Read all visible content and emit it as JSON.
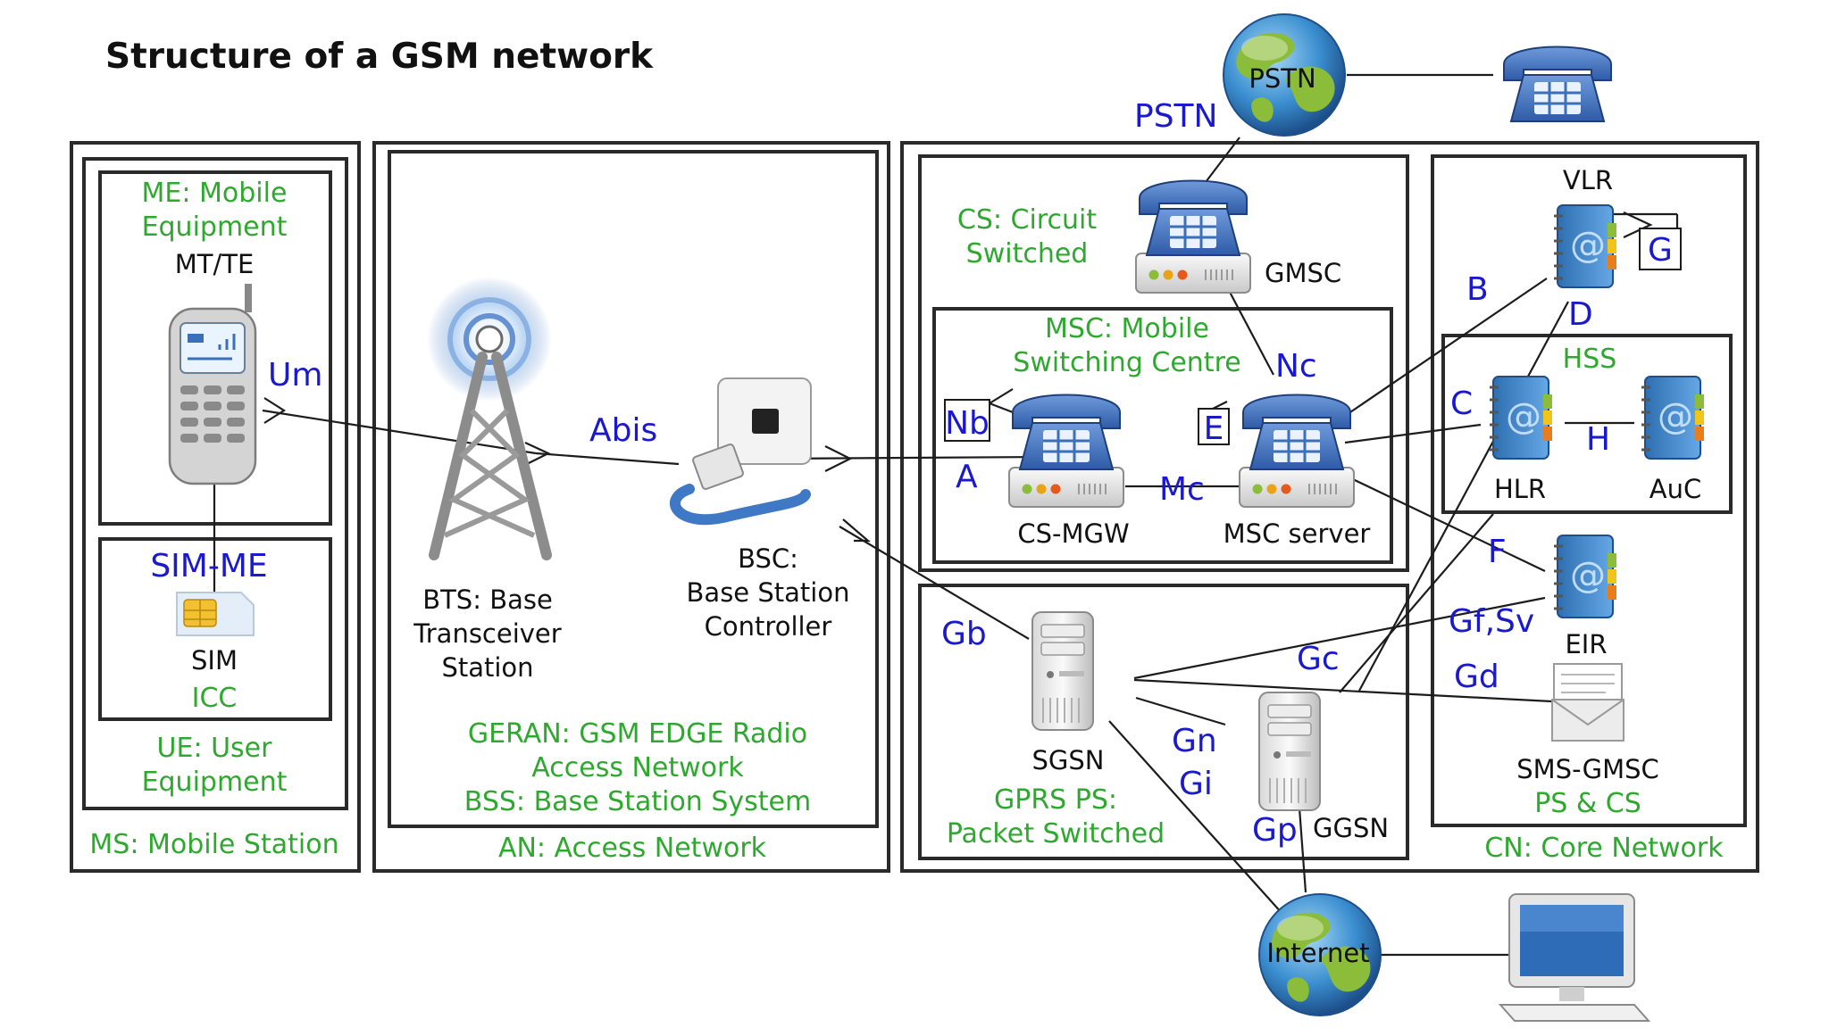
{
  "title": "Structure of a GSM network",
  "colors": {
    "green": "#2fa82f",
    "blue": "#1a1acc",
    "phone": "#3b6fb8",
    "frame": "#2a2a2a"
  },
  "areas": {
    "ms": "MS: Mobile Station",
    "me_line1": "ME: Mobile",
    "me_line2": "Equipment",
    "ue_line1": "UE: User",
    "ue_line2": "Equipment",
    "an": "AN: Access Network",
    "geran_line1": "GERAN: GSM EDGE Radio",
    "geran_line2": "Access Network",
    "bss": "BSS: Base Station System",
    "cs_line1": "CS: Circuit",
    "cs_line2": "Switched",
    "msc_line1": "MSC: Mobile",
    "msc_line2": "Switching Centre",
    "gprs_line1": "GPRS PS:",
    "gprs_line2": "Packet Switched",
    "cn": "CN: Core Network",
    "ps_cs": "PS & CS",
    "hss": "HSS",
    "icc": "ICC"
  },
  "nodes": {
    "mt_te": "MT/TE",
    "sim": "SIM",
    "bts_line1": "BTS: Base",
    "bts_line2": "Transceiver",
    "bts_line3": "Station",
    "bsc_line1": "BSC:",
    "bsc_line2": "Base Station",
    "bsc_line3": "Controller",
    "gmsc": "GMSC",
    "cs_mgw": "CS-MGW",
    "msc_server": "MSC server",
    "sgsn": "SGSN",
    "ggsn": "GGSN",
    "vlr": "VLR",
    "hlr": "HLR",
    "auc": "AuC",
    "eir": "EIR",
    "sms_gmsc": "SMS-GMSC",
    "pstn": "PSTN",
    "internet": "Internet"
  },
  "interfaces": {
    "um": "Um",
    "sim_me": "SIM-ME",
    "abis": "Abis",
    "pstn": "PSTN",
    "nb": "Nb",
    "e": "E",
    "nc": "Nc",
    "a": "A",
    "mc": "Mc",
    "b": "B",
    "g": "G",
    "d": "D",
    "c": "C",
    "h": "H",
    "f": "F",
    "gf_sv": "Gf,Sv",
    "gd": "Gd",
    "gb": "Gb",
    "gc": "Gc",
    "gn": "Gn",
    "gi": "Gi",
    "gp": "Gp"
  },
  "icons": [
    "globe-icon",
    "telephone-icon",
    "mobile-phone-icon",
    "sim-card-icon",
    "antenna-tower-icon",
    "network-socket-icon",
    "switch-phone-icon",
    "address-book-icon",
    "server-icon",
    "mail-icon",
    "computer-icon"
  ]
}
